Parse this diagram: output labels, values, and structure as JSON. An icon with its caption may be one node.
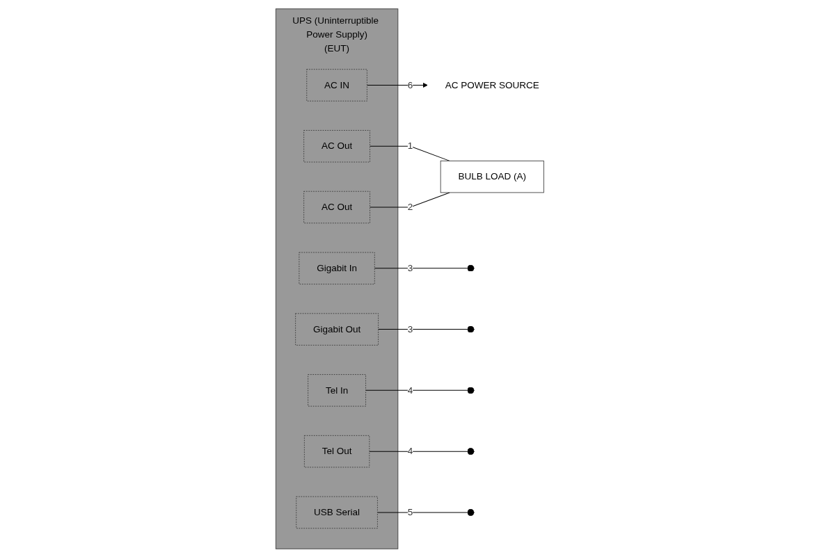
{
  "diagram": {
    "nodes": [
      {
        "text": [
          "AC POWER SOURCE"
        ]
      },
      {
        "text": [
          "UPS (Uninterruptible Power Supply)",
          "(EUT)"
        ]
      },
      {
        "text": [
          "AC IN"
        ],
        "in": 1
      },
      {
        "text": [
          "AC Out"
        ],
        "in": 1
      },
      {
        "text": [
          "AC Out"
        ],
        "in": 1
      },
      {
        "text": [
          "Gigabit In"
        ],
        "in": 1
      },
      {
        "text": [
          "Gigabit Out"
        ],
        "in": 1
      },
      {
        "text": [
          "Tel In"
        ],
        "in": 1
      },
      {
        "text": [
          "Tel Out"
        ],
        "in": 1
      },
      {
        "text": [
          "USB Serial"
        ],
        "in": 1
      },
      {
        "text": [
          "BULB LOAD (A)"
        ]
      }
    ],
    "edges": [
      {
        "from": 2,
        "to": 0,
        "arrow": "to",
        "label": "6"
      },
      {
        "from": 3,
        "to": 10,
        "arrow": "none",
        "label": "1"
      },
      {
        "from": 4,
        "to": 10,
        "arrow": "none",
        "label": "2"
      },
      {
        "from": 5,
        "to": null,
        "arrow": "other",
        "label": "3"
      },
      {
        "from": 6,
        "to": null,
        "arrow": "other",
        "label": "3"
      },
      {
        "from": 7,
        "to": null,
        "arrow": "other",
        "label": "4"
      },
      {
        "from": 8,
        "to": null,
        "arrow": "other",
        "label": "4"
      },
      {
        "from": 9,
        "to": null,
        "arrow": "other",
        "label": "5"
      }
    ]
  }
}
